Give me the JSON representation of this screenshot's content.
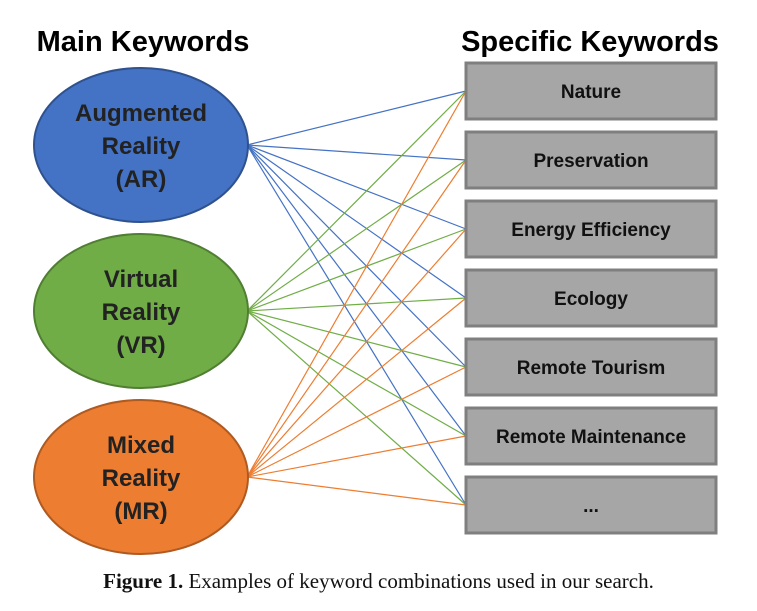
{
  "headings": {
    "left": "Main Keywords",
    "right": "Specific Keywords"
  },
  "main_keywords": [
    {
      "id": "ar",
      "lines": [
        "Augmented",
        "Reality",
        "(AR)"
      ],
      "fill": "#4472C4",
      "stroke": "#2F528F",
      "line_color": "#4472C4"
    },
    {
      "id": "vr",
      "lines": [
        "Virtual",
        "Reality",
        "(VR)"
      ],
      "fill": "#70AD47",
      "stroke": "#507E32",
      "line_color": "#70AD47"
    },
    {
      "id": "mr",
      "lines": [
        "Mixed",
        "Reality",
        "(MR)"
      ],
      "fill": "#ED7D31",
      "stroke": "#AE5A21",
      "line_color": "#ED7D31"
    }
  ],
  "specific_keywords": [
    "Nature",
    "Preservation",
    "Energy Efficiency",
    "Ecology",
    "Remote Tourism",
    "Remote Maintenance",
    "..."
  ],
  "box_colors": {
    "fill": "#A6A6A6",
    "stroke": "#7F7F7F"
  },
  "caption": {
    "label": "Figure 1.",
    "text": " Examples of keyword combinations used in our search."
  }
}
